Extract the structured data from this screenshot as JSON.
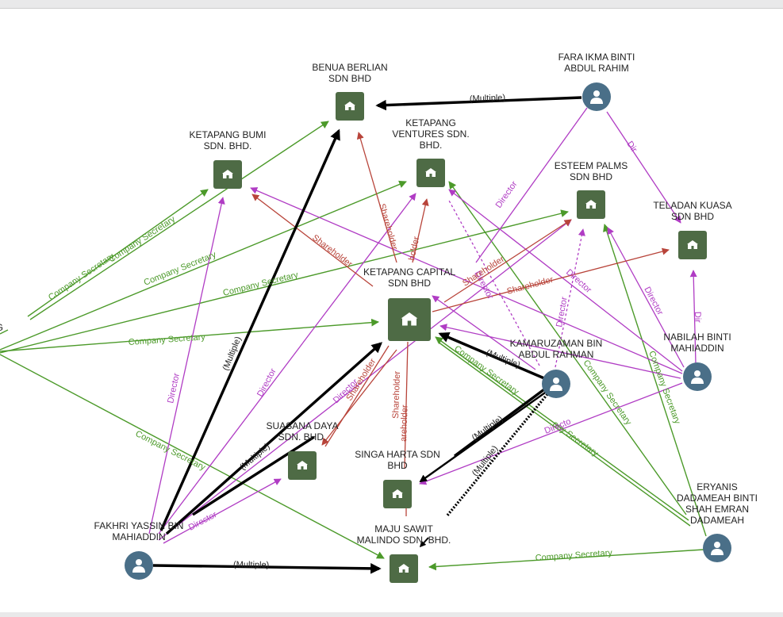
{
  "colors": {
    "company_fill": "#4e6b45",
    "person_fill": "#4a6f88",
    "company_secretary": "#4c9a2a",
    "director": "#b03cc4",
    "shareholder": "#b8443a",
    "multiple": "#000000"
  },
  "nodes": [
    {
      "id": "benua",
      "type": "company",
      "icon": "building-icon",
      "label": [
        "BENUA BERLIAN",
        "SDN BHD"
      ]
    },
    {
      "id": "fara",
      "type": "person",
      "icon": "person-icon",
      "label": [
        "FARA IKMA BINTI",
        "ABDUL RAHIM"
      ]
    },
    {
      "id": "bumi",
      "type": "company",
      "icon": "building-icon",
      "label": [
        "KETAPANG BUMI",
        "SDN. BHD."
      ]
    },
    {
      "id": "ventures",
      "type": "company",
      "icon": "building-icon",
      "label": [
        "KETAPANG",
        "VENTURES SDN.",
        "BHD."
      ]
    },
    {
      "id": "esteem",
      "type": "company",
      "icon": "building-icon",
      "label": [
        "ESTEEM PALMS",
        "SDN BHD"
      ]
    },
    {
      "id": "teladan",
      "type": "company",
      "icon": "building-icon",
      "label": [
        "TELADAN KUASA",
        "SDN BHD"
      ]
    },
    {
      "id": "capital",
      "type": "company",
      "icon": "building-icon",
      "label": [
        "KETAPANG CAPITAL",
        "SDN BHD"
      ]
    },
    {
      "id": "nabilah",
      "type": "person",
      "icon": "person-icon",
      "label": [
        "NABILAH BINTI",
        "MAHIADDIN"
      ]
    },
    {
      "id": "kamaruzaman",
      "type": "person",
      "icon": "person-icon",
      "label": [
        "KAMARUZAMAN BIN",
        "ABDUL RAHMAN"
      ]
    },
    {
      "id": "suasana",
      "type": "company",
      "icon": "building-icon",
      "label": [
        "SUASANA DAYA",
        "SDN. BHD."
      ]
    },
    {
      "id": "singa",
      "type": "company",
      "icon": "building-icon",
      "label": [
        "SINGA HARTA SDN",
        "BHD"
      ]
    },
    {
      "id": "eryanis",
      "type": "person",
      "icon": "person-icon",
      "label": [
        "ERYANIS",
        "DADAMEAH BINTI",
        "SHAH EMRAN",
        "DADAMEAH"
      ]
    },
    {
      "id": "fakhri",
      "type": "person",
      "icon": "person-icon",
      "label": [
        "FAKHRI YASSIN BIN",
        "MAHIADDIN"
      ]
    },
    {
      "id": "maju",
      "type": "company",
      "icon": "building-icon",
      "label": [
        "MAJU SAWIT",
        "MALINDO SDN. BHD."
      ]
    },
    {
      "id": "leftnode",
      "type": "partial",
      "label": [
        "NG"
      ]
    }
  ],
  "edge_labels": {
    "company_secretary": "Company Secretary",
    "director": "Director",
    "shareholder": "Shareholder",
    "multiple": "(Multiple)",
    "dir_fragment": "Dir",
    "holder_fragment": "holder",
    "areholder_fragment": "areholder",
    "director_fragment": "Directo",
    "any_secretary_fragment": "any Secretary"
  }
}
